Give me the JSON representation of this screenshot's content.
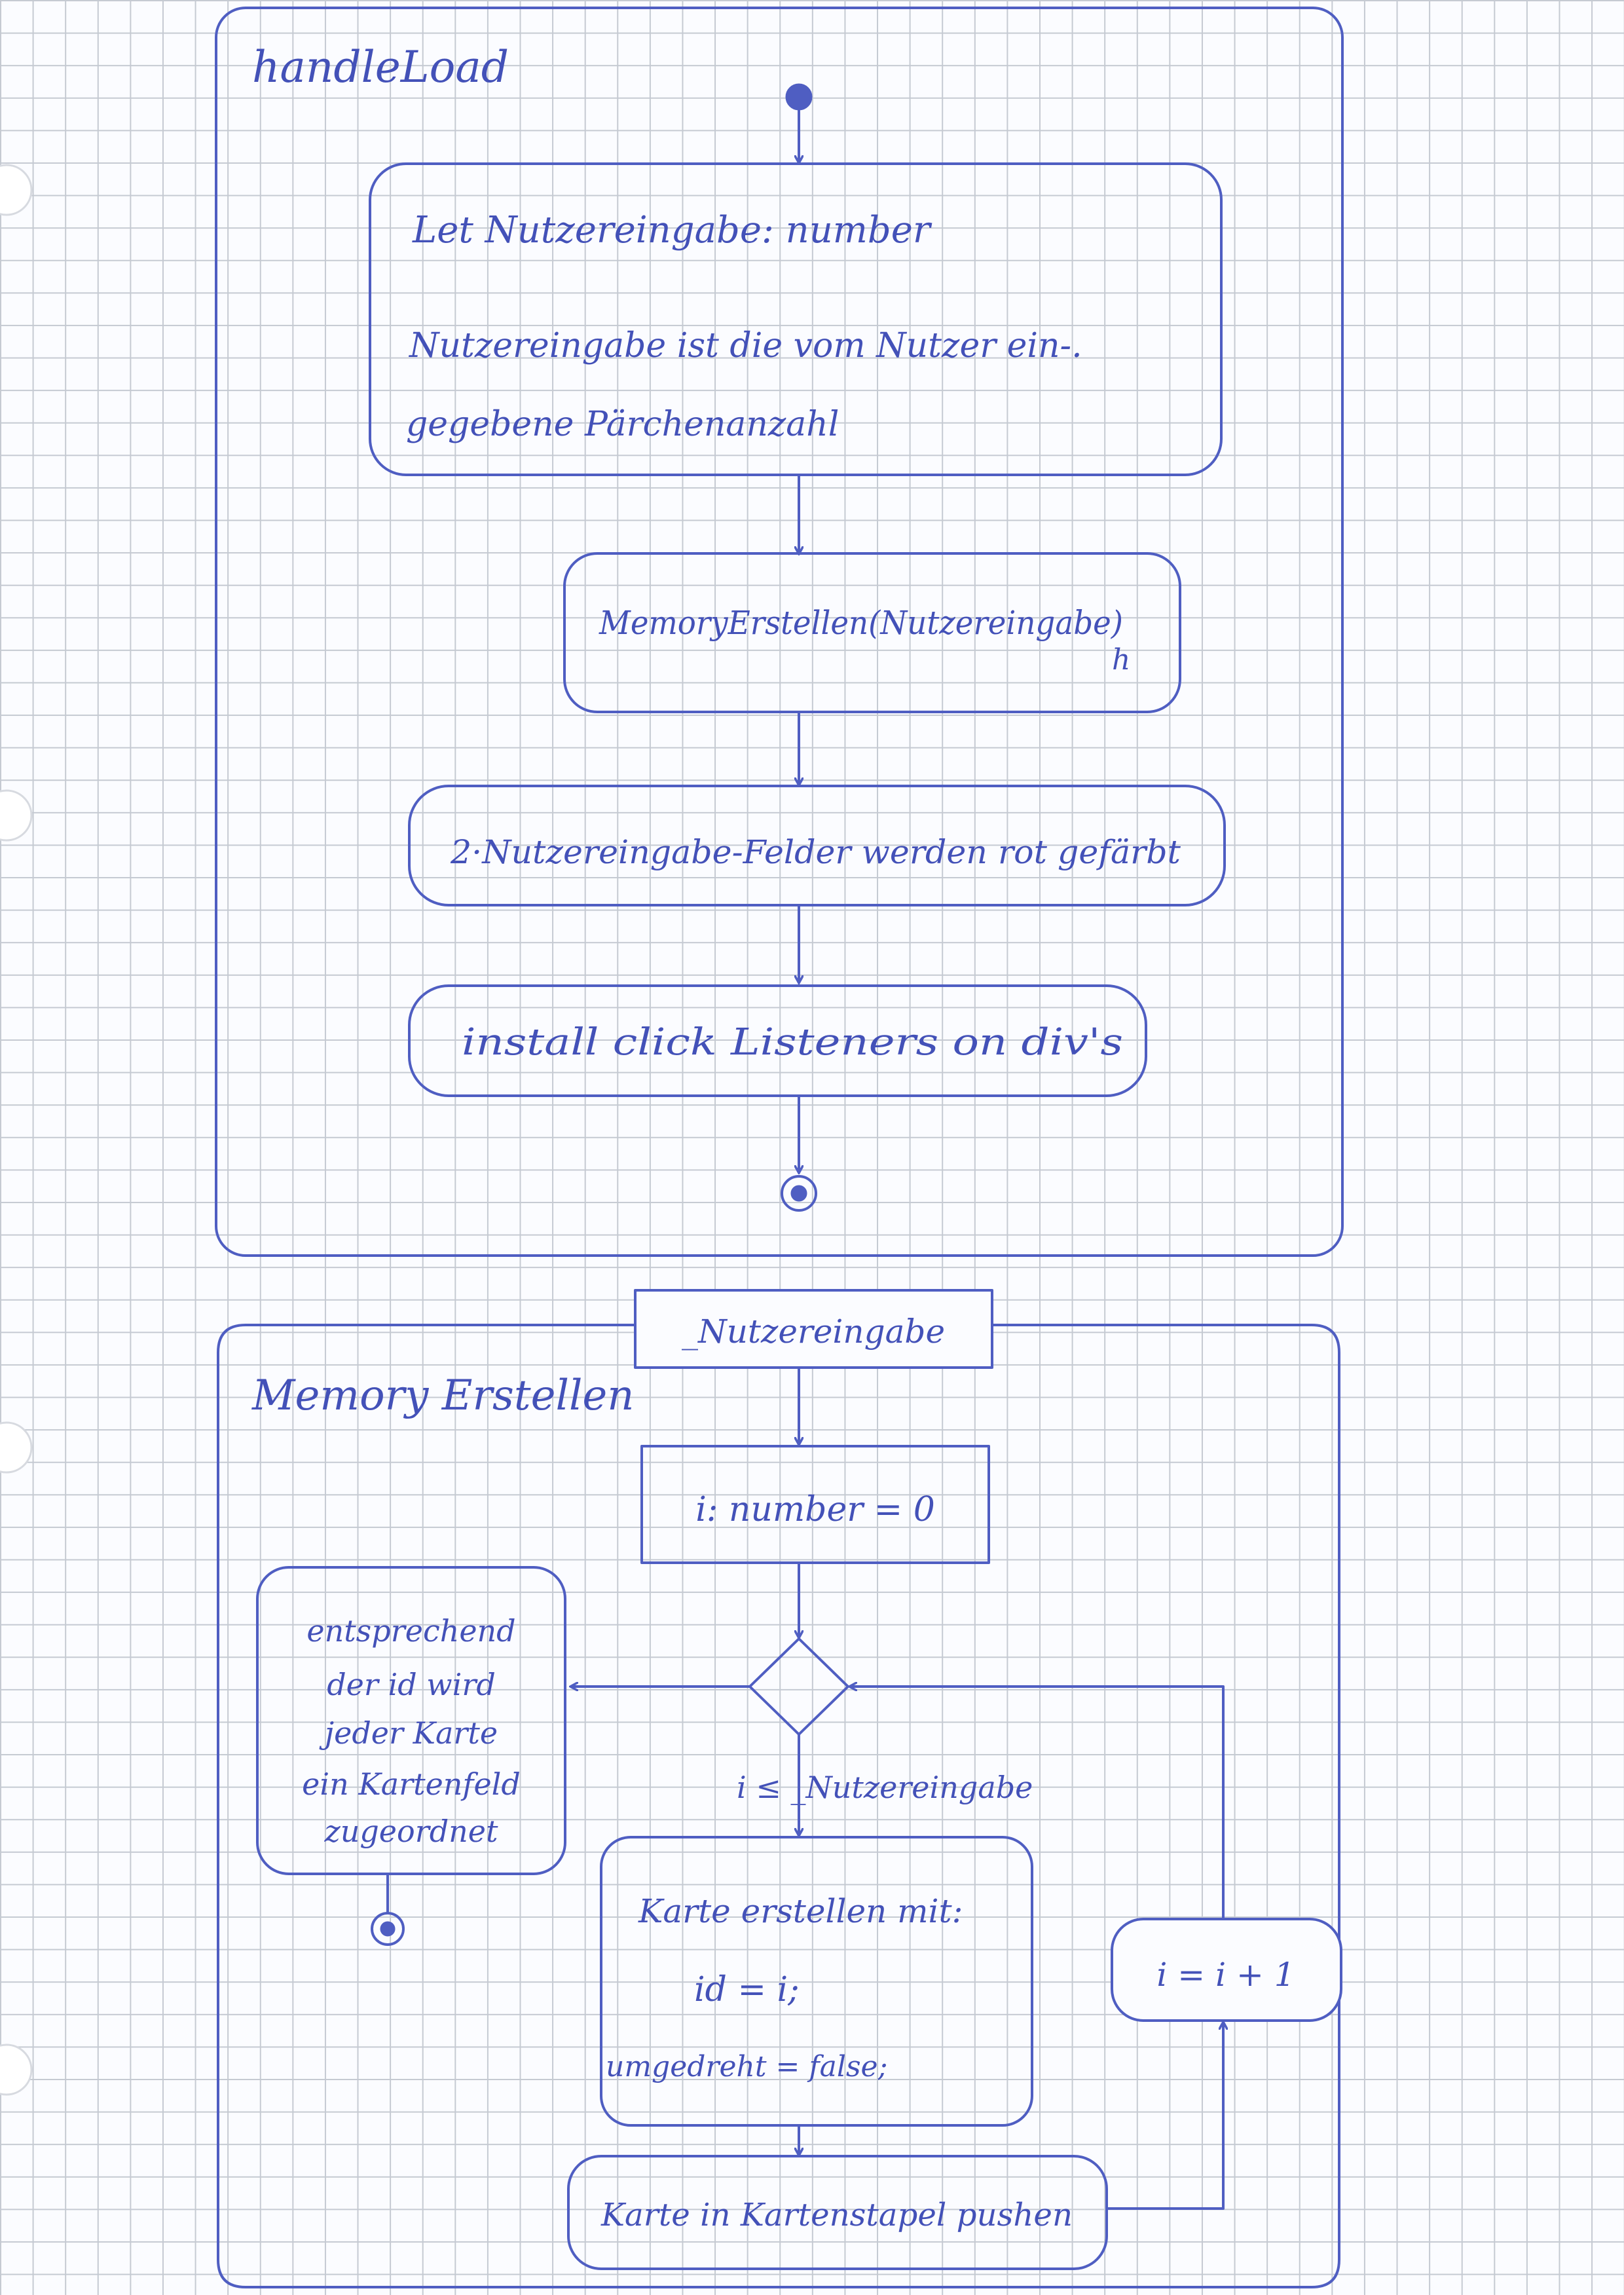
{
  "handle_load": {
    "title": "handleLoad",
    "box1": {
      "line1": "Let Nutzereingabe: number",
      "line2": "Nutzereingabe ist die vom Nutzer ein-.",
      "line3": "gegebene Pärchenanzahl"
    },
    "box2": {
      "label": "MemoryErstellen(Nutzereingabe)",
      "mark": "h"
    },
    "box3": {
      "label": "2·Nutzereingabe-Felder werden rot gefärbt"
    },
    "box4": {
      "label": "install click Listeners on div's"
    }
  },
  "memory_erstellen": {
    "title": "Memory Erstellen",
    "param": "_Nutzereingabe",
    "init_box": "i: number = 0",
    "guard": "i ≤ _Nutzereingabe",
    "note": {
      "line1": "entsprechend",
      "line2": "der id wird",
      "line3": "jeder Karte",
      "line4": "ein Kartenfeld",
      "line5": "zugeordnet"
    },
    "create_box": {
      "line1": "Karte erstellen mit:",
      "line2": "id = i;",
      "line3": "umgedreht = false;"
    },
    "increment": "i = i + 1",
    "push_box": "Karte in Kartenstapel pushen"
  },
  "colors": {
    "ink": "#4f5ec2",
    "grid": "#c5cad2",
    "paper": "#fbfcff"
  }
}
